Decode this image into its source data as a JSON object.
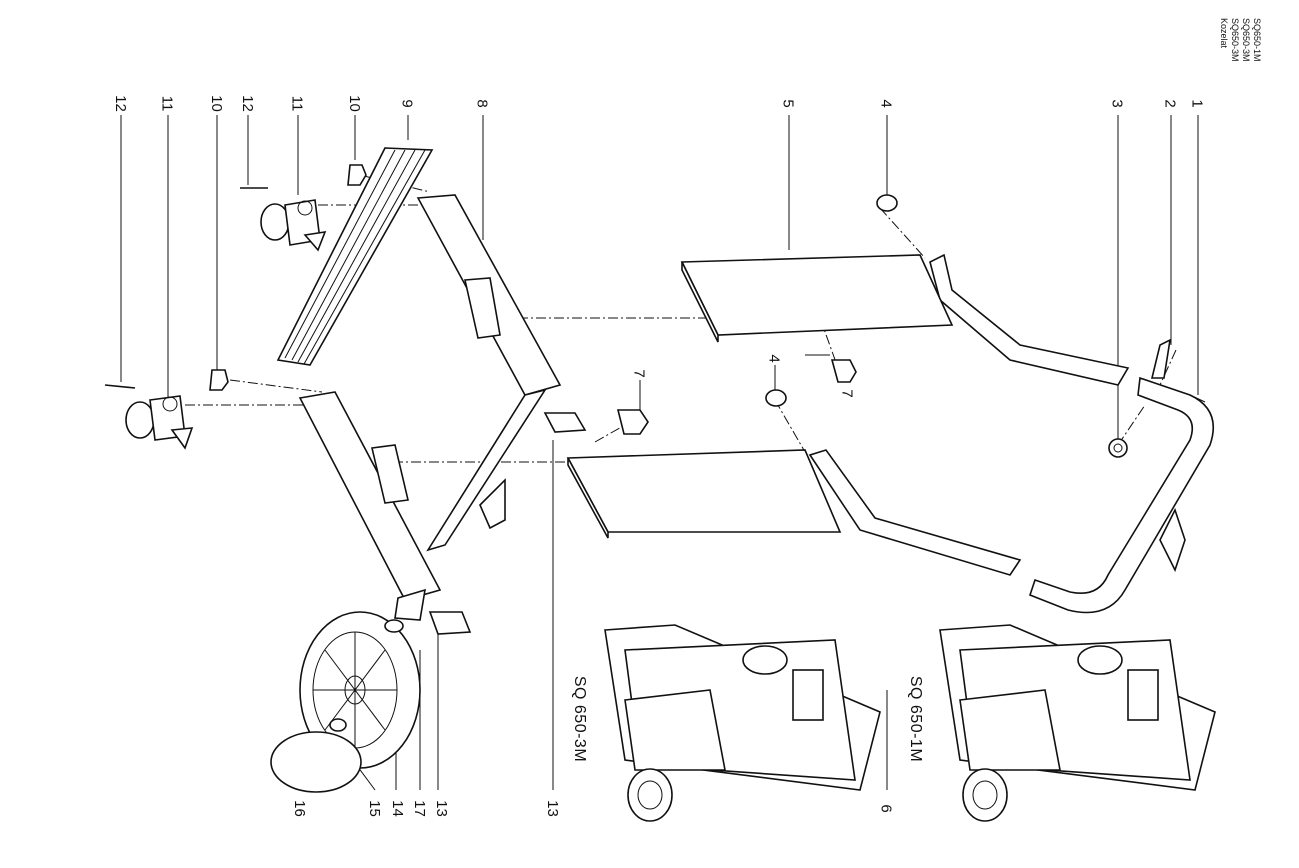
{
  "header": {
    "lines": [
      "SQ650-1M",
      "SQ650-3M",
      "SQ650-3M",
      "Kozelat"
    ]
  },
  "models": {
    "top": "SQ 650-1M",
    "bottom": "SQ 650-3M"
  },
  "callouts": [
    "1",
    "2",
    "3",
    "4",
    "5",
    "8",
    "9",
    "10",
    "11",
    "12",
    "10",
    "11",
    "12",
    "4",
    "7",
    "7",
    "13",
    "13",
    "17",
    "14",
    "15",
    "16",
    "6"
  ]
}
